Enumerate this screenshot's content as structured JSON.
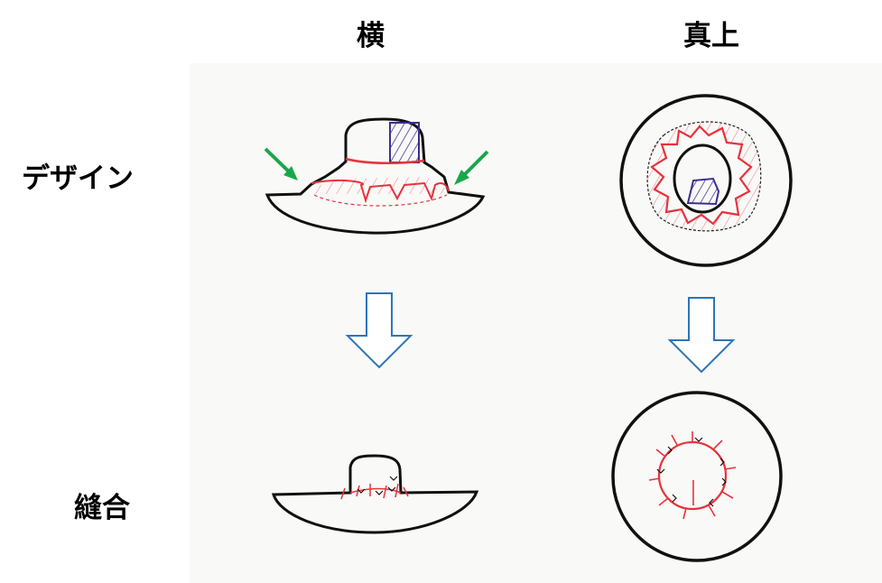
{
  "columns": {
    "side": "横",
    "top": "真上"
  },
  "rows": {
    "design": "デザイン",
    "suture": "縫合"
  },
  "colors": {
    "outline": "#111111",
    "red": "#e8323c",
    "blue_hatch": "#3a2f8f",
    "green_arrow": "#1aa64a",
    "flow_arrow": "#2e75b6"
  }
}
